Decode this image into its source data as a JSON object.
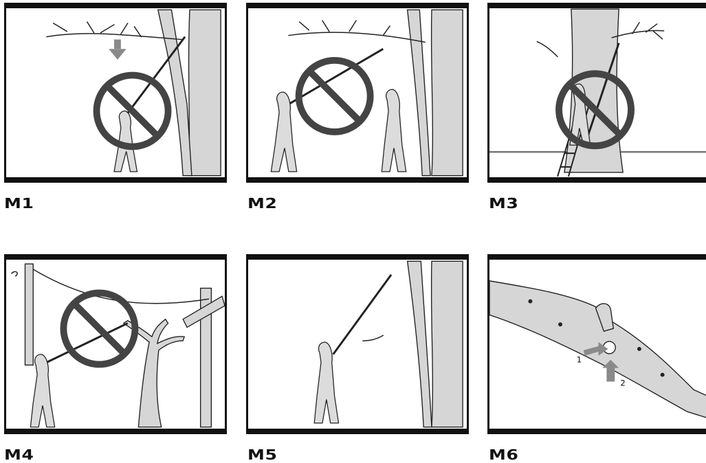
{
  "panels": [
    {
      "label": "M1"
    },
    {
      "label": "M2"
    },
    {
      "label": "M3"
    },
    {
      "label": "M4"
    },
    {
      "label": "M5"
    },
    {
      "label": "M6",
      "callouts": [
        "1",
        "2"
      ]
    }
  ]
}
